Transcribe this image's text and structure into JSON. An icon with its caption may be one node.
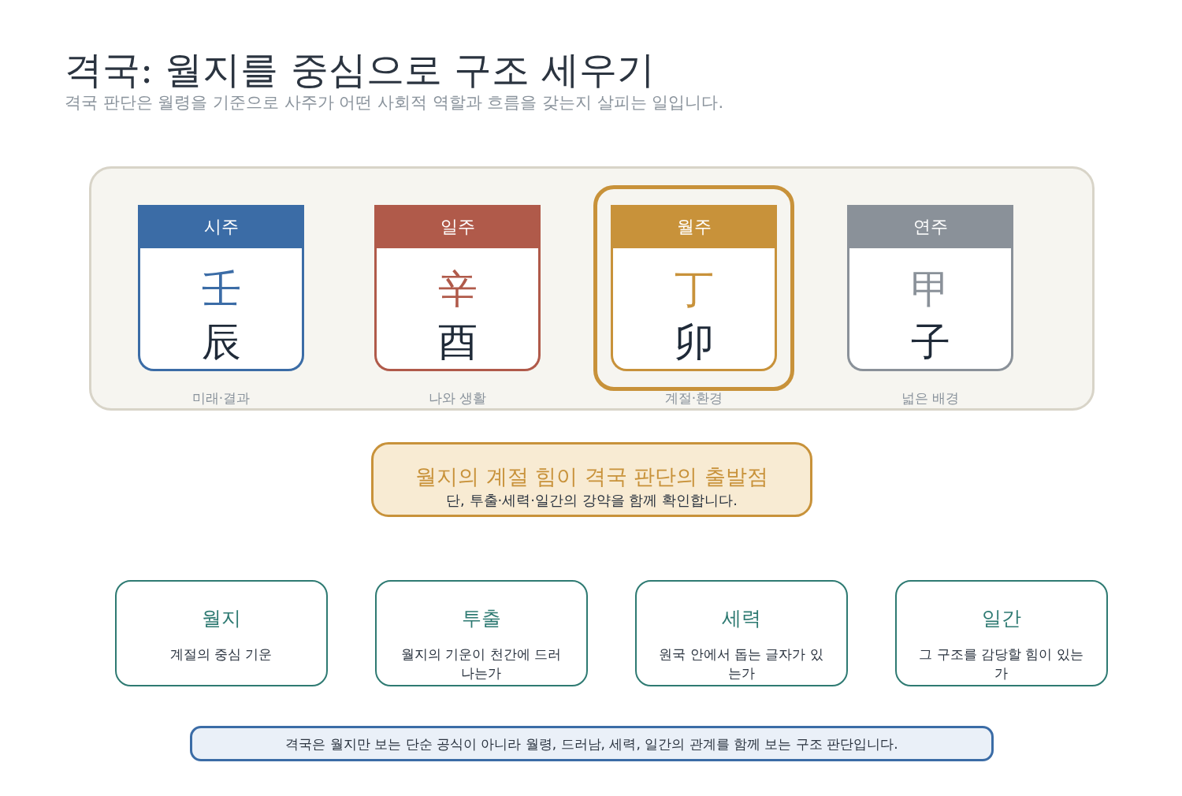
{
  "diagram": {
    "title": "격국: 월지를 중심으로 구조 세우기",
    "nodes": [
      {
        "text": [],
        "shape": "box"
      },
      {
        "text": [
          "시주",
          "壬",
          "辰"
        ],
        "in": 0,
        "beside": [
          "미래·결과"
        ]
      },
      {
        "text": [
          "일주",
          "辛",
          "酉"
        ],
        "in": 0,
        "beside": [
          "나와 생활"
        ]
      },
      {
        "text": [],
        "shape": "box",
        "in": 0
      },
      {
        "text": [
          "월주",
          "丁",
          "卯"
        ],
        "in": 3,
        "beside": [
          "계절·환경"
        ]
      },
      {
        "text": [
          "연주",
          "甲",
          "子"
        ],
        "in": 0,
        "beside": [
          "넓은 배경"
        ]
      },
      {
        "text": [
          "월지의 계절 힘이 격국 판단의 출발점",
          "단, 투출·세력·일간의 강약을 함께 확인합니다."
        ]
      },
      {
        "text": [
          "월지",
          "계절의 중심 기운"
        ]
      },
      {
        "text": [
          "투출",
          "월지의 기운이 천간에 드러나는가"
        ]
      },
      {
        "text": [
          "세력",
          "원국 안에서 돕는 글자가 있는가"
        ]
      },
      {
        "text": [
          "일간",
          "그 구조를 감당할 힘이 있는가"
        ]
      },
      {
        "text": [
          "격국은 월지만 보는 단순 공식이 아니라 월령, 드러남, 세력, 일간의 관계를 함께 보는 구조 판단입니다."
        ]
      }
    ],
    "labels": [
      "격국 판단은 월령을 기준으로 사주가 어떤 사회적 역할과 흐름을 갖는지 살피는 일입니다."
    ]
  }
}
